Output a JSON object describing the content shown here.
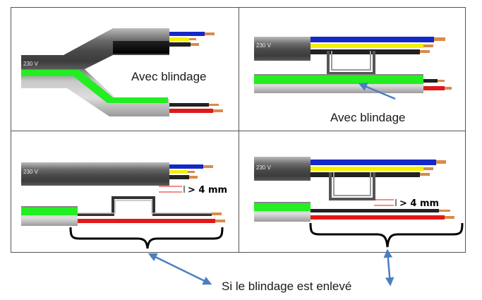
{
  "labels": {
    "voltage": "230 V",
    "with_shield": "Avec blindage",
    "gap": "> 4 mm",
    "shield_removed": "Si le blindage est enlevé"
  },
  "colors": {
    "phase_blue": "#1428c8",
    "earth_green": "#22ee22",
    "neutral_yellow": "#f4f000",
    "live_red": "#e01818",
    "copper": "#d88c48",
    "annotation_arrow": "#4a7fbf"
  }
}
